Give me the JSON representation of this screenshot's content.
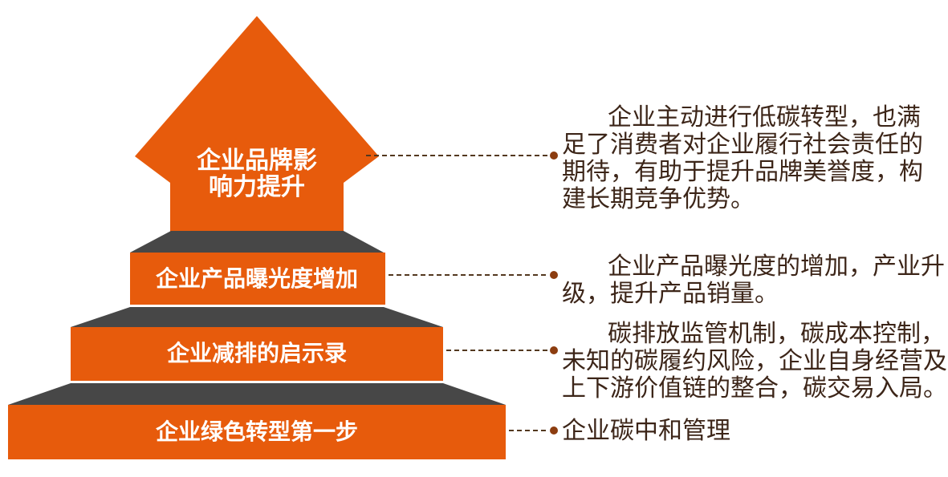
{
  "colors": {
    "orange": "#E75B0C",
    "dark_gray": "#474747",
    "tier_label_text": "#FFFFFF",
    "annotation_text": "#3C2518",
    "connector_dash": "#53381F",
    "connector_dot": "#8C3D10"
  },
  "pyramid": {
    "arrow": {
      "label_line1": "企业品牌影",
      "label_line2": "响力提升"
    },
    "tiers": [
      {
        "label": "企业产品曝光度增加"
      },
      {
        "label": "企业减排的启示录"
      },
      {
        "label": "企业绿色转型第一步"
      }
    ]
  },
  "annotations": [
    {
      "lines": [
        "企业主动进行低碳转型，也满",
        "足了消费者对企业履行社会责任的",
        "期待，有助于提升品牌美誉度，构",
        "建长期竞争优势。"
      ]
    },
    {
      "lines": [
        "企业产品曝光度的增加，产业升",
        "级，提升产品销量。"
      ]
    },
    {
      "lines": [
        "碳排放监管机制，碳成本控制，",
        "未知的碳履约风险，企业自身经营及",
        "上下游价值链的整合，碳交易入局。"
      ]
    },
    {
      "lines": [
        "企业碳中和管理"
      ]
    }
  ]
}
